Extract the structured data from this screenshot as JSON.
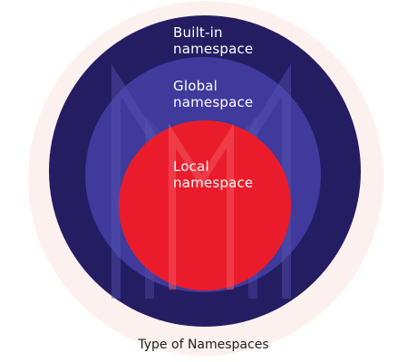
{
  "diagram": {
    "caption": "Type of Namespaces",
    "rings": {
      "builtin": {
        "line1": "Built-in",
        "line2": "namespace"
      },
      "global": {
        "line1": "Global",
        "line2": "namespace"
      },
      "local": {
        "line1": "Local",
        "line2": "namespace"
      }
    }
  },
  "colors": {
    "background_halo": "#fdf1ef",
    "builtin": "#241d62",
    "global": "#3f3a9b",
    "local": "#ea1c2b",
    "text": "#ffffff",
    "caption": "#222222"
  }
}
